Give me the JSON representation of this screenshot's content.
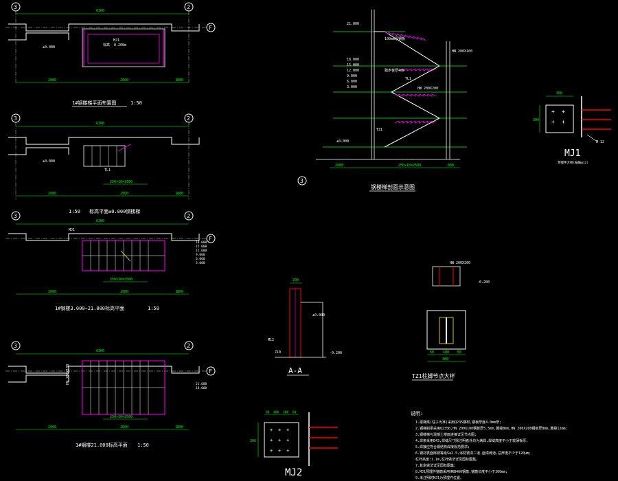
{
  "panels": {
    "plan1": {
      "title": "1#钢楼梯平面布置图",
      "scale": "1:50",
      "axis_left": "3",
      "axis_right": "2",
      "axis_f": "F",
      "dim_total": "6300",
      "dim_left": "2000",
      "dim_mid": "2500",
      "dim_right": "1800",
      "level": "±0.000",
      "mj_label": "MJ1",
      "note": "标高 -0.200m"
    },
    "plan2": {
      "title": "标高平面±0.000钢楼梯",
      "scale": "1:50",
      "axis_left": "3",
      "axis_right": "2",
      "dim_total": "6300",
      "dim_left": "2000",
      "dim_mid": "2500",
      "dim_right": "1800",
      "level": "±0.000",
      "tag": "TL1",
      "stairs": "250×10=2500"
    },
    "plan3": {
      "title": "1#钢楼3.000~21.000标高平面",
      "scale": "1:50",
      "axis_left": "3",
      "axis_right": "2",
      "axis_f": "F",
      "dim_total": "6300",
      "dim_left": "2000",
      "dim_mid": "2500",
      "dim_right": "1800",
      "levels": [
        "18.000",
        "15.000",
        "12.000",
        "9.000",
        "6.000",
        "3.000"
      ],
      "stairs": "250×10=2500",
      "mj": "MJ1"
    },
    "plan4": {
      "title": "1#钢楼21.000标高平面",
      "scale": "1:50",
      "axis_left": "3",
      "axis_right": "2",
      "axis_f": "F",
      "dim_total": "6300",
      "dim_left": "2000",
      "dim_mid": "2500",
      "dim_right": "1800",
      "levels": [
        "21.000",
        "18.000"
      ],
      "stairs": "250×10=2500",
      "beam": "HN 200X100"
    }
  },
  "section": {
    "title": "钢楼梯剖面示意图",
    "axis": "3",
    "levels": [
      "21.000",
      "18.000",
      "15.000",
      "12.000",
      "9.000",
      "6.000",
      "3.000",
      "±0.000"
    ],
    "labels": [
      "HN 200X100",
      "HW 200X200",
      "TZ1",
      "TL1",
      "100mm厚钢板",
      "踏步板厚4mm"
    ],
    "dims": [
      "2000",
      "250×10=2500",
      "800"
    ]
  },
  "mj1": {
    "title": "MJ1",
    "subtitle": "预埋件大样(锚筋φ12)",
    "dim_w": "300",
    "dim_h": "300",
    "lab": "M-12"
  },
  "mj2": {
    "title": "MJ2",
    "dims": [
      "60",
      "100",
      "100",
      "60"
    ],
    "dim_h": "300"
  },
  "aa": {
    "title": "A-A",
    "dim": "200",
    "labels": [
      "M12",
      "±0.000",
      "-0.200",
      "Z10"
    ]
  },
  "tz1": {
    "title": "TZ1柱脚节点大样",
    "dims": [
      "50",
      "100",
      "50",
      "300"
    ],
    "labels": [
      "HW 200X200",
      "-0.200"
    ]
  },
  "notes": {
    "heading": "说明:",
    "lines": [
      "1.楼梯梁(柱子为准)采用Q235钢材,钢板厚度4.0mm厚;",
      "2.钢梯斜梁采用Q235B,HN 200X100钢板厚5.5mm,翼缘8mm,HW 200X200钢板厚8mm,翼缘12mm;",
      "3.钢楼梯与混凝土楼面连接详见节点图;",
      "4.焊条采用E43,焊缝尺寸除注明者外均为满焊,焊缝高度不小于较薄板厚;",
      "5.焊接应符合钢结构焊接规范要求;",
      "6.钢材表面除锈等级Sa2.5,涂防锈漆二道,面漆两道,总厚度不少于120μm;",
      "   栏杆高度:1.1m,栏杆做法详见国标图集。",
      "7.其余做法详见国标图集;",
      "8.MJ1预埋件锚筋采用HRB400钢筋,锚筋长度不小于300mm;",
      "9.未注明的MJ1为预埋件位置。"
    ]
  }
}
